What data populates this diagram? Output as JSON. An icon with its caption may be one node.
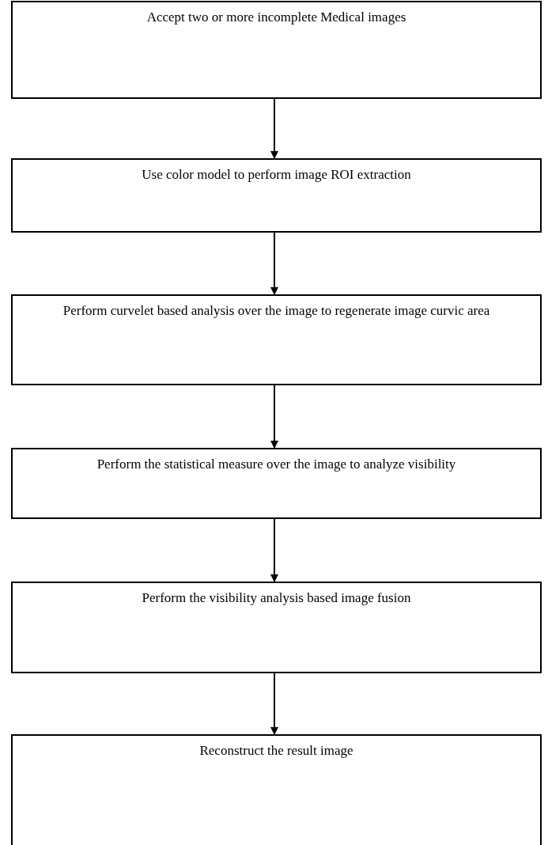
{
  "diagram": {
    "nodes": [
      {
        "text": [
          "Accept two or more incomplete Medical images"
        ]
      },
      {
        "text": [
          "Use color model to perform image ROI extraction"
        ]
      },
      {
        "text": [
          "Perform curvelet based analysis over the image to regenerate image curvic area"
        ]
      },
      {
        "text": [
          "Perform the statistical measure over the image to analyze visibility"
        ]
      },
      {
        "text": [
          "Perform the visibility analysis based image fusion"
        ]
      },
      {
        "text": [
          "Reconstruct the result image"
        ]
      }
    ],
    "edges": [
      {
        "from": 0,
        "to": 1,
        "arrow": "to"
      },
      {
        "from": 1,
        "to": 2,
        "arrow": "to"
      },
      {
        "from": 2,
        "to": 3,
        "arrow": "to"
      },
      {
        "from": 3,
        "to": 4,
        "arrow": "to"
      },
      {
        "from": 4,
        "to": 5,
        "arrow": "to"
      }
    ]
  }
}
